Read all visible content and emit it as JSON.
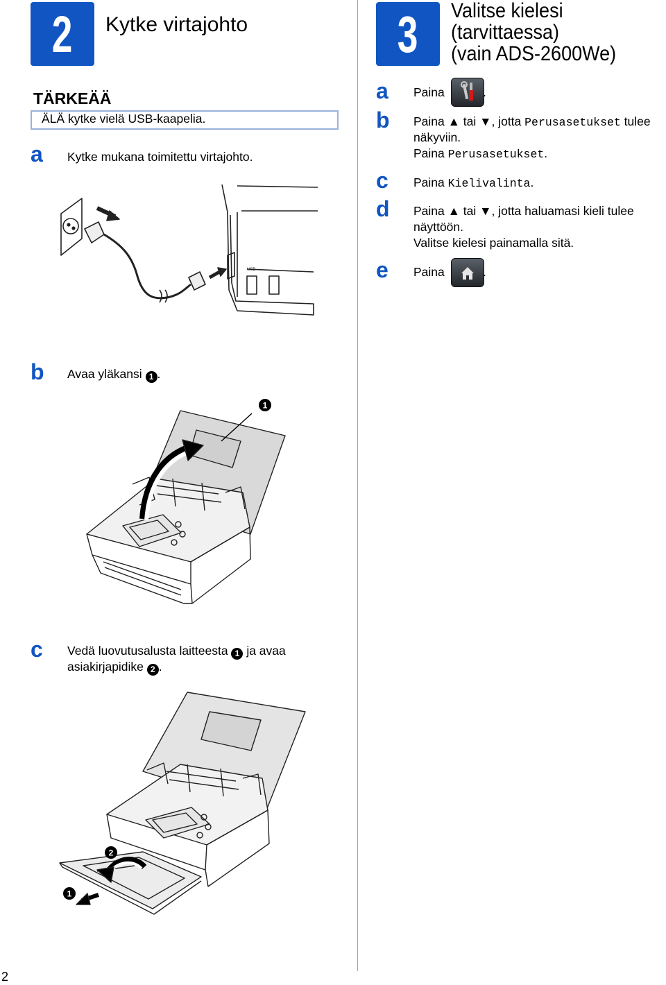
{
  "left_section": {
    "step_number": "2",
    "title": "Kytke virtajohto",
    "important": {
      "heading": "TÄRKEÄÄ",
      "text": "ÄLÄ kytke vielä USB-kaapelia."
    },
    "step_a": {
      "letter": "a",
      "text": "Kytke mukana toimitettu virtajohto."
    },
    "step_b": {
      "letter": "b",
      "text": "Avaa yläkansi",
      "callout": "1",
      "suffix": "."
    },
    "step_c": {
      "letter": "c",
      "line1": "Vedä luovutusalusta laitteesta",
      "callout1": "1",
      "line1_suffix": "ja avaa",
      "line2": "asiakirjapidike",
      "callout2": "2",
      "line2_suffix": "."
    },
    "fig_b_callout": "1",
    "fig_c_callout1": "1",
    "fig_c_callout2": "2",
    "usb_label": "USB"
  },
  "right_section": {
    "step_number": "3",
    "title_line1": "Valitse kielesi",
    "title_line2": "(tarvittaessa)",
    "title_line3": "(vain ADS-2600We)",
    "steps": [
      {
        "letter": "a",
        "text": "Paina",
        "icon": "settings-tools-icon",
        "suffix": "."
      },
      {
        "letter": "b",
        "part1": "Paina ▲ tai ▼, jotta",
        "mono": "Perusasetukset",
        "part2": "tulee",
        "line2": "näkyviin.",
        "line3_prefix": "Paina",
        "line3_mono": "Perusasetukset",
        "line3_suffix": "."
      },
      {
        "letter": "c",
        "prefix": "Paina",
        "mono": "Kielivalinta",
        "suffix": "."
      },
      {
        "letter": "d",
        "line1": "Paina ▲ tai ▼, jotta haluamasi kieli tulee",
        "line2": "näyttöön.",
        "line3": "Valitse kielesi painamalla sitä."
      },
      {
        "letter": "e",
        "text": "Paina",
        "icon": "home-icon",
        "suffix": "."
      }
    ]
  },
  "page_number": "2",
  "colors": {
    "accent": "#1155c2",
    "box_border": "#9ab1db",
    "divider": "#8aa6d6"
  }
}
